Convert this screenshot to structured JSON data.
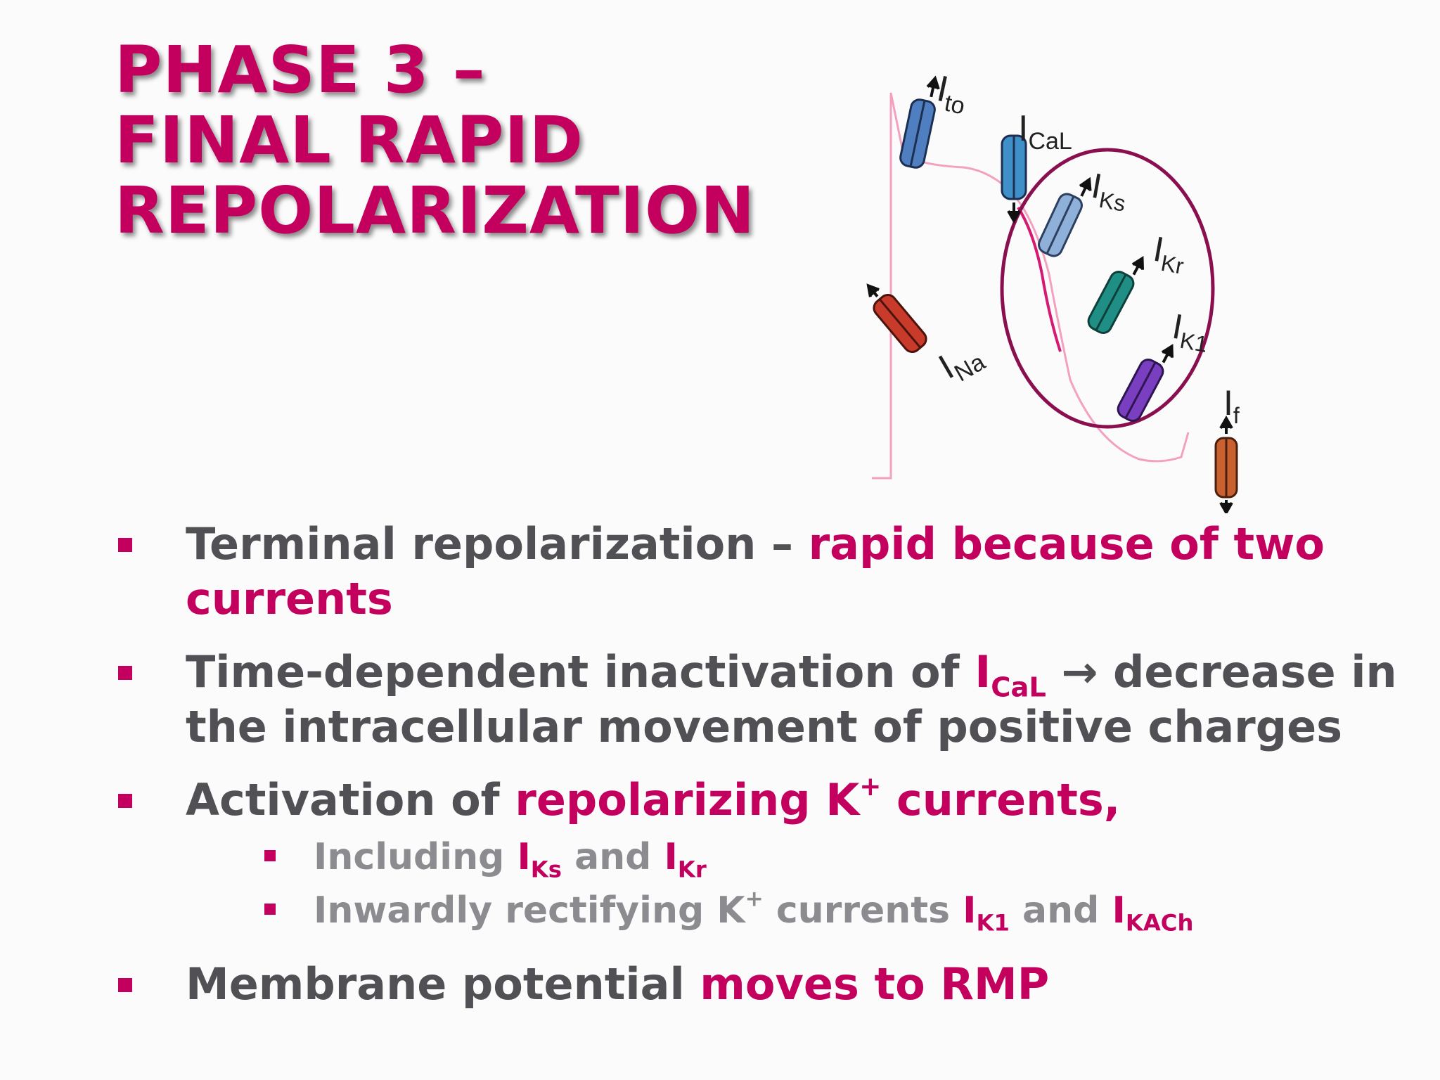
{
  "title": {
    "line1": "PHASE 3 –",
    "line2": "FINAL RAPID",
    "line3": "REPOLARIZATION"
  },
  "diagram": {
    "currents": [
      {
        "main": "I",
        "sub": "to"
      },
      {
        "main": "I",
        "sub": "CaL"
      },
      {
        "main": "I",
        "sub": "Ks"
      },
      {
        "main": "I",
        "sub": "Kr"
      },
      {
        "main": "I",
        "sub": "K1"
      },
      {
        "main": "I",
        "sub": "f"
      },
      {
        "main": "I",
        "sub": "Na"
      }
    ],
    "colors": {
      "trace": "#f4a0c0",
      "highlight_circle": "#8a0f4f",
      "channel_ito": "#4f7fc0",
      "channel_ical": "#3f8fc8",
      "channel_iks": "#8fb0d8",
      "channel_ikr": "#1f8f85",
      "channel_ik1": "#7a3fc0",
      "channel_if": "#c8602f",
      "channel_ina": "#c83a2a"
    }
  },
  "bullets": {
    "b1": {
      "text": "Terminal repolarization – ",
      "hl": "rapid because of two currents"
    },
    "b2": {
      "pre": "Time-dependent inactivation of ",
      "i": "I",
      "isub": "CaL",
      "post": " → decrease in the intracellular movement of positive charges"
    },
    "b3": {
      "pre": "Activation of ",
      "hl": "repolarizing K",
      "sup": "+",
      "hl2": " currents,"
    },
    "b3_subs": {
      "s1": {
        "pre": "Including ",
        "i1": "I",
        "i1sub": "Ks",
        "mid": " and ",
        "i2": "I",
        "i2sub": "Kr"
      },
      "s2": {
        "pre": "Inwardly rectifying K",
        "sup": "+",
        "mid1": " currents ",
        "i1": "I",
        "i1sub": "K1",
        "mid2": " and ",
        "i2": "I",
        "i2sub": "KACh"
      }
    },
    "b4": {
      "pre": "Membrane potential ",
      "hl": "moves to RMP"
    }
  }
}
